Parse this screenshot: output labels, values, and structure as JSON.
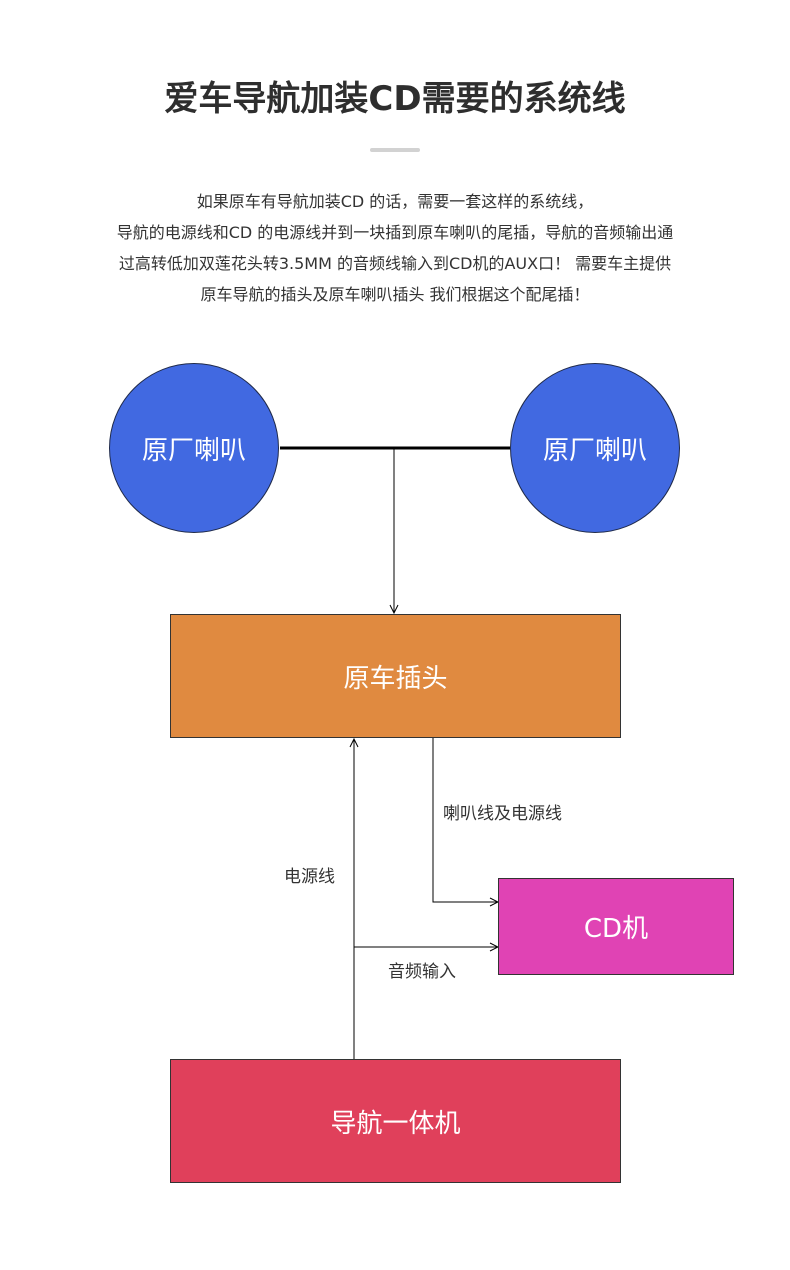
{
  "title": "爱车导航加装CD需要的系统线",
  "intro": [
    "如果原车有导航加装CD 的话，需要一套这样的系统线，",
    "导航的电源线和CD 的电源线并到一块插到原车喇叭的尾插，导航的音频输出通",
    "过高转低加双莲花头转3.5MM 的音频线输入到CD机的AUX口！  需要车主提供",
    "原车导航的插头及原车喇叭插头 我们根据这个配尾插！"
  ],
  "nodes": {
    "speaker_left": "原厂喇叭",
    "speaker_right": "原厂喇叭",
    "car_plug": "原车插头",
    "cd_player": "CD机",
    "navigation_unit": "导航一体机"
  },
  "edge_labels": {
    "speaker_power": "喇叭线及电源线",
    "power": "电源线",
    "audio_input": "音频输入"
  },
  "colors": {
    "speaker": "#4169e1",
    "car_plug": "#e08a40",
    "cd_player": "#e043b4",
    "navigation_unit": "#e0405b",
    "line": "#000000"
  }
}
